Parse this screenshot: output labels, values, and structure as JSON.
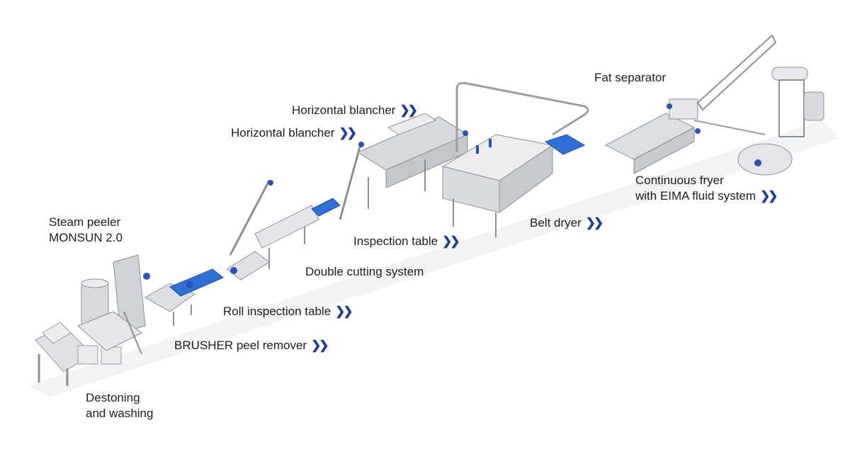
{
  "colors": {
    "accent": "#1f3f94",
    "steel": "#c9ccd0",
    "steel_dark": "#8c9096",
    "belt": "#2f6fd6",
    "text": "#1d1d1b"
  },
  "chevron_glyph": "❯❯",
  "labels": {
    "steam_peeler_1": "Steam peeler",
    "steam_peeler_2": "MONSUN 2.0",
    "destoning_1": "Destoning",
    "destoning_2": "and washing",
    "brusher": "BRUSHER peel remover",
    "roll_inspection": "Roll inspection table",
    "double_cutting": "Double cutting system",
    "inspection_table": "Inspection table",
    "horizontal_blancher_1": "Horizontal blancher",
    "horizontal_blancher_2": "Horizontal blancher",
    "belt_dryer": "Belt dryer",
    "fat_separator": "Fat separator",
    "fryer_1": "Continuous fryer",
    "fryer_2": "with EIMA fluid system"
  }
}
